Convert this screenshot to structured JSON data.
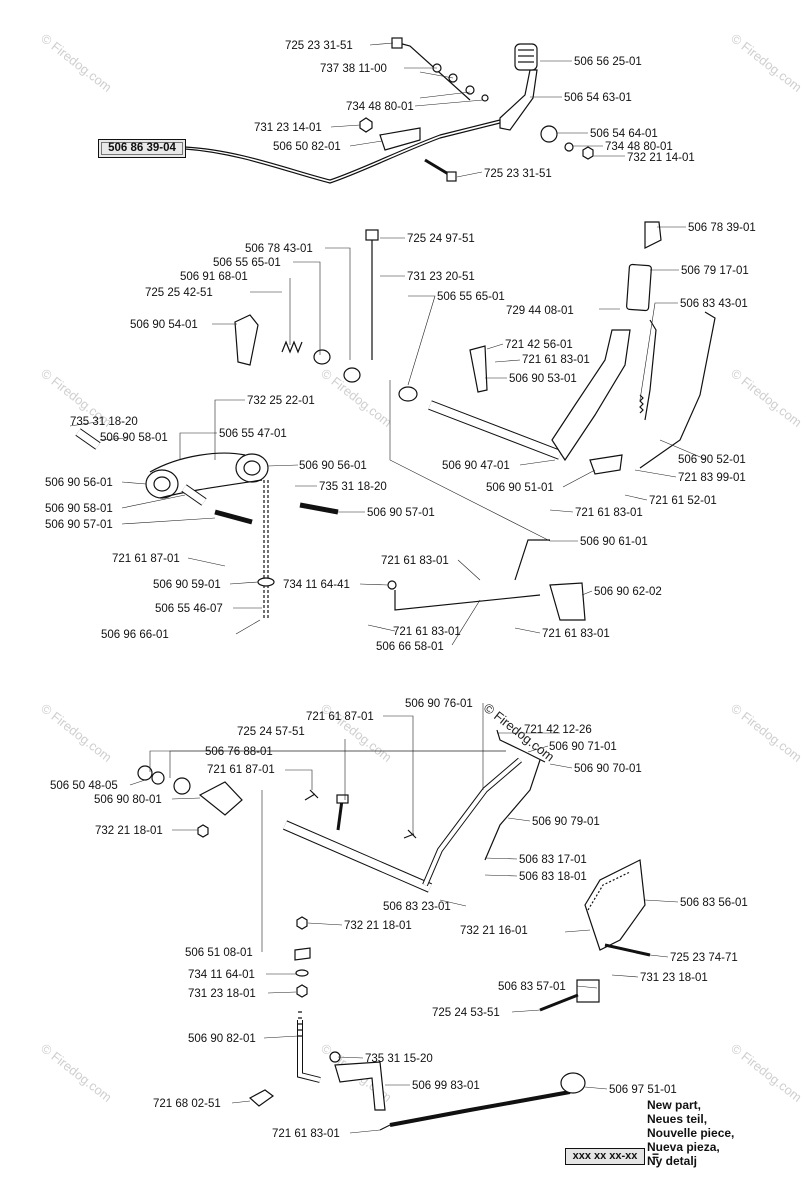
{
  "assembly_number": "506 86 39-04",
  "copyright": "© Firedog.com",
  "watermark": "© Firedog.com",
  "legend": {
    "lines": [
      "New part,",
      "Neues teil,",
      "Nouvelle piece,",
      "Nueva pieza,",
      "Ny detalj"
    ],
    "code": "xxx xx xx-xx",
    "equals": "="
  },
  "parts": {
    "a1": "725 23 31-51",
    "a2": "737 38 11-00",
    "a3": "734 48 80-01",
    "a4": "731 23 14-01",
    "a5": "506 50 82-01",
    "a6": "725 23 31-51",
    "a7": "506 56 25-01",
    "a8": "506 54 63-01",
    "a9": "506 54 64-01",
    "a10": "734 48 80-01",
    "a11": "732 21 14-01",
    "b1": "725 24 97-51",
    "b2": "506 78 43-01",
    "b3": "506 55 65-01",
    "b4": "506 91 68-01",
    "b5": "725 25 42-51",
    "b6": "731 23 20-51",
    "b7": "506 55 65-01",
    "b8": "506 90 54-01",
    "b9": "729 44 08-01",
    "b10": "506 78 39-01",
    "b11": "506 79 17-01",
    "b12": "506 83 43-01",
    "b13": "721 42 56-01",
    "b14": "721 61 83-01",
    "b15": "506 90 53-01",
    "b16": "732 25 22-01",
    "b17": "735 31 18-20",
    "b18": "506 90 58-01",
    "b19": "506 55 47-01",
    "b20": "506 90 56-01",
    "b21": "506 90 56-01",
    "b22": "735 31 18-20",
    "b23": "506 90 58-01",
    "b24": "506 90 57-01",
    "b25": "506 90 57-01",
    "b26": "506 90 47-01",
    "b27": "506 90 52-01",
    "b28": "721 83 99-01",
    "b29": "506 90 51-01",
    "b30": "721 61 52-01",
    "b31": "721 61 83-01",
    "b32": "506 90 61-01",
    "b33": "721 61 87-01",
    "b34": "506 90 59-01",
    "b35": "506 55 46-07",
    "b36": "506 96 66-01",
    "b37": "721 61 83-01",
    "b38": "734 11 64-41",
    "b39": "506 90 62-02",
    "b40": "721 61 83-01",
    "b41": "721 61 83-01",
    "b42": "506 66 58-01",
    "c1": "506 90 76-01",
    "c2": "721 61 87-01",
    "c3": "725 24 57-51",
    "c4": "721 42 12-26",
    "c5": "506 76 88-01",
    "c6": "506 90 71-01",
    "c7": "506 50 48-05",
    "c8": "721 61 87-01",
    "c9": "506 90 70-01",
    "c10": "506 90 80-01",
    "c11": "506 90 79-01",
    "c12": "732 21 18-01",
    "c13": "506 83 17-01",
    "c14": "506 83 18-01",
    "c15": "506 83 23-01",
    "c16": "506 83 56-01",
    "c17": "732 21 18-01",
    "c18": "732 21 16-01",
    "c19": "506 51 08-01",
    "c20": "725 23 74-71",
    "c21": "734 11 64-01",
    "c22": "731 23 18-01",
    "c23": "506 83 57-01",
    "c24": "731 23 18-01",
    "c25": "725 24 53-51",
    "c26": "506 90 82-01",
    "c27": "735 31 15-20",
    "c28": "506 99 83-01",
    "c29": "721 68 02-51",
    "c30": "506 97 51-01",
    "c31": "721 61 83-01"
  }
}
